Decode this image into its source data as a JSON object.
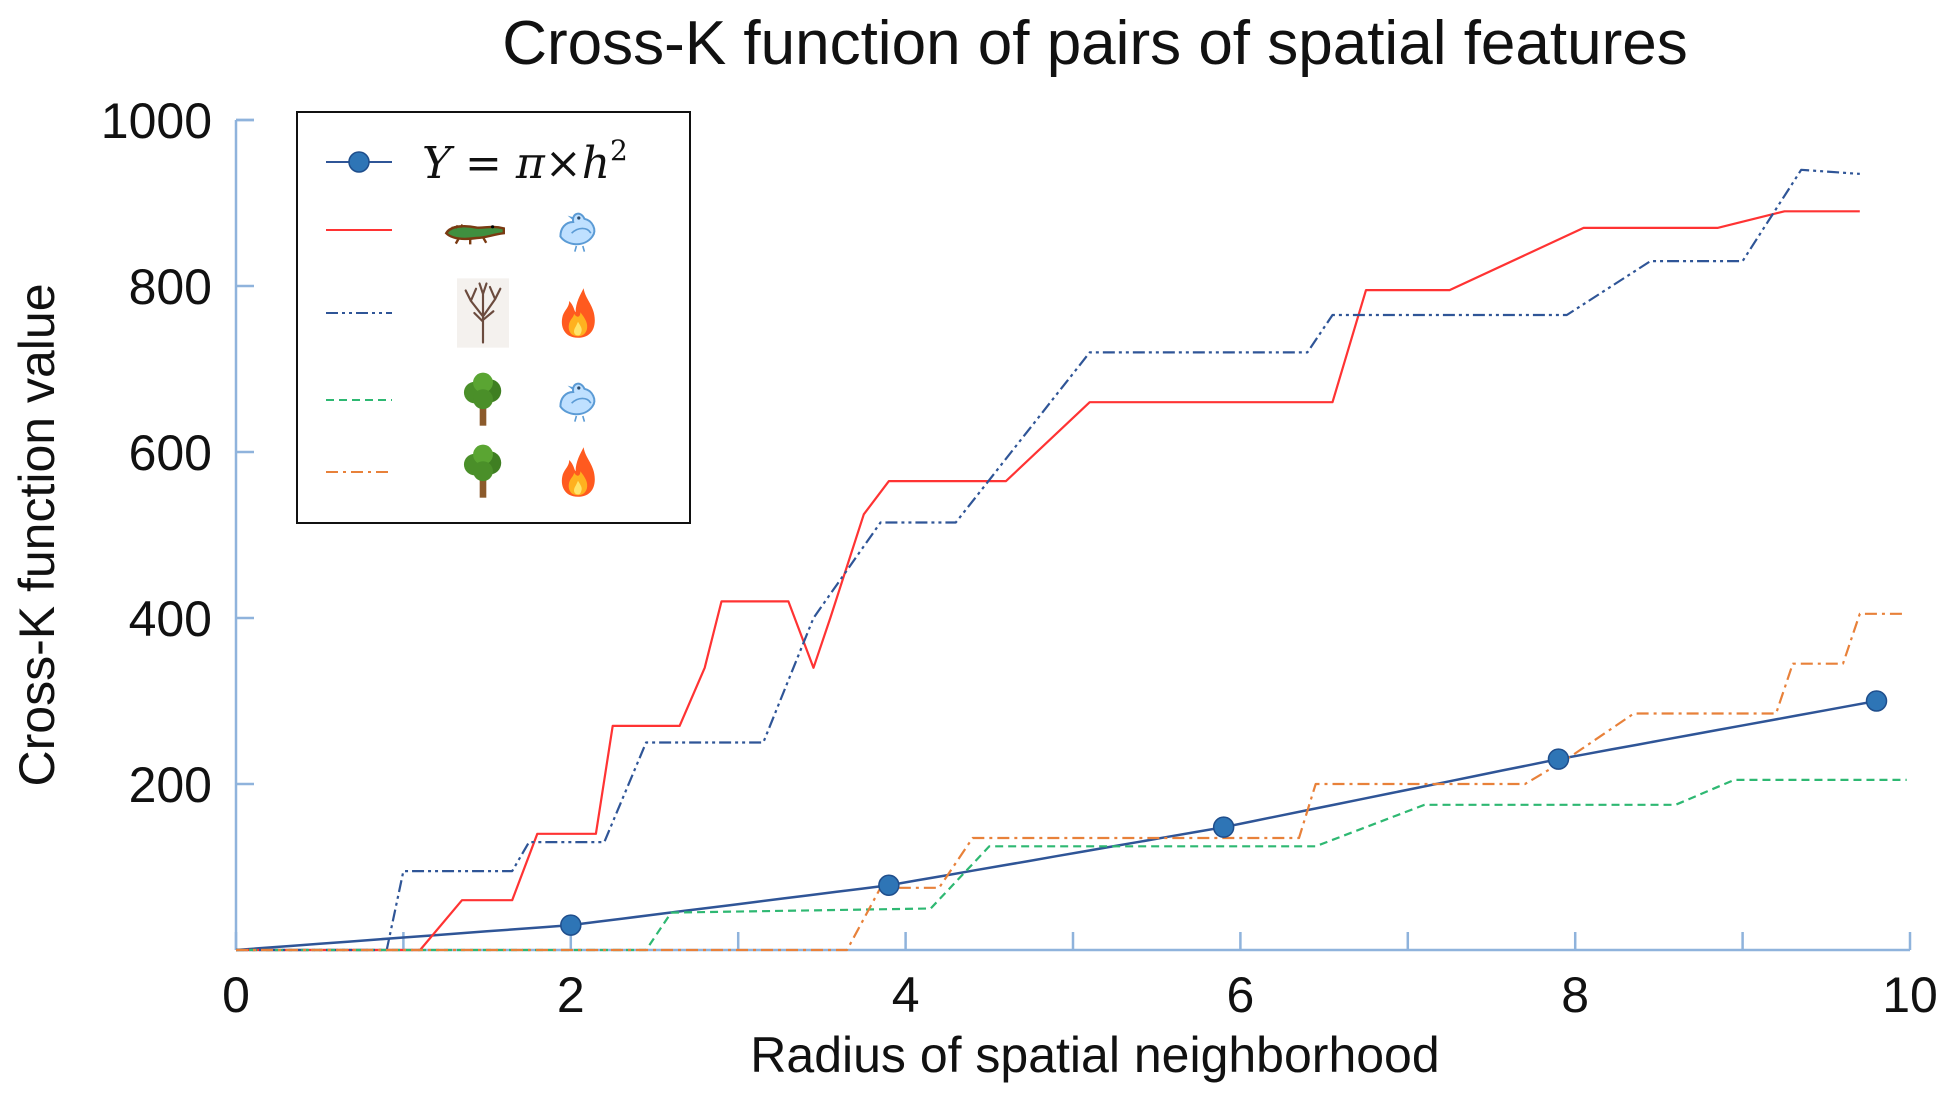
{
  "chart_data": {
    "type": "line",
    "title": "Cross-K function of pairs of spatial features",
    "xlabel": "Radius of spatial neighborhood",
    "ylabel": "Cross-K function value",
    "xlim": [
      0,
      10
    ],
    "ylim": [
      0,
      1000
    ],
    "x_ticks": [
      "0",
      "2",
      "4",
      "6",
      "8",
      "10"
    ],
    "y_ticks": [
      "200",
      "400",
      "600",
      "800",
      "1000"
    ],
    "grid": false,
    "legend_position": "top-left",
    "series": [
      {
        "name": "Y = π×h²",
        "formula": {
          "lhs": "Y",
          "eq": " = ",
          "pi": "π",
          "times": "×",
          "var": "h",
          "exp": "2"
        },
        "legend_icons": [],
        "color": "#2F5597",
        "marker_color": "#2E75B6",
        "style": "solid",
        "markers": true,
        "x": [
          0,
          2,
          3.9,
          5.9,
          7.9,
          9.8
        ],
        "y": [
          0,
          30,
          78,
          148,
          230,
          300
        ]
      },
      {
        "legend_icons": [
          "crocodile-icon",
          "bird-icon"
        ],
        "color": "#FF3333",
        "style": "solid",
        "markers": false,
        "x": [
          0,
          1.1,
          1.35,
          1.65,
          1.8,
          2.15,
          2.25,
          2.65,
          2.8,
          2.9,
          3.3,
          3.45,
          3.55,
          3.75,
          3.9,
          4.6,
          5.1,
          6.55,
          6.75,
          7.25,
          8.05,
          8.85,
          9.25,
          9.7
        ],
        "y": [
          0,
          0,
          60,
          60,
          140,
          140,
          270,
          270,
          340,
          420,
          420,
          340,
          400,
          525,
          565,
          565,
          660,
          660,
          795,
          795,
          870,
          870,
          890,
          890
        ]
      },
      {
        "legend_icons": [
          "bare-tree-icon",
          "fire-icon"
        ],
        "color": "#2F5597",
        "style": "dashdotdot",
        "markers": false,
        "x": [
          0,
          0.9,
          1.0,
          1.65,
          1.75,
          2.2,
          2.45,
          3.15,
          3.45,
          3.85,
          4.3,
          5.1,
          6.4,
          6.55,
          7.95,
          8.45,
          9.0,
          9.35,
          9.7
        ],
        "y": [
          0,
          0,
          95,
          95,
          130,
          130,
          250,
          250,
          400,
          515,
          515,
          720,
          720,
          765,
          765,
          830,
          830,
          940,
          935
        ]
      },
      {
        "legend_icons": [
          "tree-icon",
          "bird-icon"
        ],
        "color": "#2EB872",
        "style": "dashed",
        "markers": false,
        "x": [
          0,
          2.45,
          2.6,
          4.15,
          4.5,
          6.45,
          7.1,
          8.6,
          8.95,
          9.98
        ],
        "y": [
          0,
          0,
          45,
          50,
          125,
          125,
          175,
          175,
          205,
          205
        ]
      },
      {
        "legend_icons": [
          "tree-icon",
          "fire-icon"
        ],
        "color": "#E8813A",
        "style": "dashdot",
        "markers": false,
        "x": [
          0,
          3.65,
          3.85,
          4.2,
          4.4,
          6.35,
          6.45,
          7.7,
          7.95,
          8.35,
          9.2,
          9.3,
          9.6,
          9.7,
          9.98
        ],
        "y": [
          0,
          0,
          75,
          75,
          135,
          135,
          200,
          200,
          230,
          285,
          285,
          345,
          345,
          405,
          405
        ]
      }
    ]
  }
}
